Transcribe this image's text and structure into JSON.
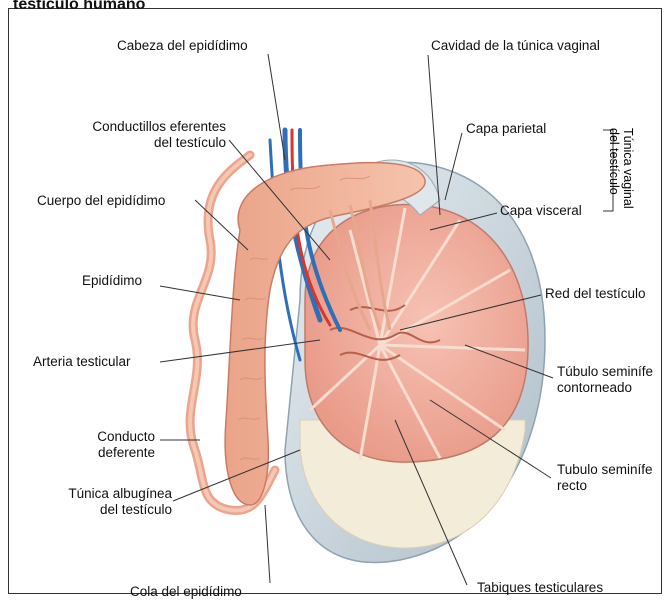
{
  "figure": {
    "clipped_heading": "testículo humano",
    "labels": {
      "cabeza_epididimo": "Cabeza del epidídimo",
      "conductillos_1": "Conductillos eferentes",
      "conductillos_2": "del testículo",
      "cuerpo_epididimo": "Cuerpo del epidídimo",
      "epididimo": "Epidídimo",
      "arteria": "Arteria testicular",
      "conducto_1": "Conducto",
      "conducto_2": "deferente",
      "albuginea_1": "Túnica albugínea",
      "albuginea_2": "del testículo",
      "cola": "Cola del epidídimo",
      "cavidad": "Cavidad de la túnica vaginal",
      "capa_parietal": "Capa parietal",
      "capa_visceral": "Capa visceral",
      "tunica_vaginal_1": "Túnica vaginal",
      "tunica_vaginal_2": "del testículo",
      "red": "Red del testículo",
      "tubulo_contorneado_1": "Túbulo seminífe",
      "tubulo_contorneado_2": "contorneado",
      "tubulo_recto_1": "Tubulo seminífe",
      "tubulo_recto_2": "recto",
      "tabiques": "Tabiques testiculares"
    },
    "colors": {
      "tissue": "#f2b49c",
      "tissue_dark": "#d98a72",
      "lobule": "#f3a99b",
      "tunica": "#c9d4dc",
      "albuginea": "#f3ecd8",
      "artery": "#d9352c",
      "vein": "#2f6fb8"
    }
  }
}
